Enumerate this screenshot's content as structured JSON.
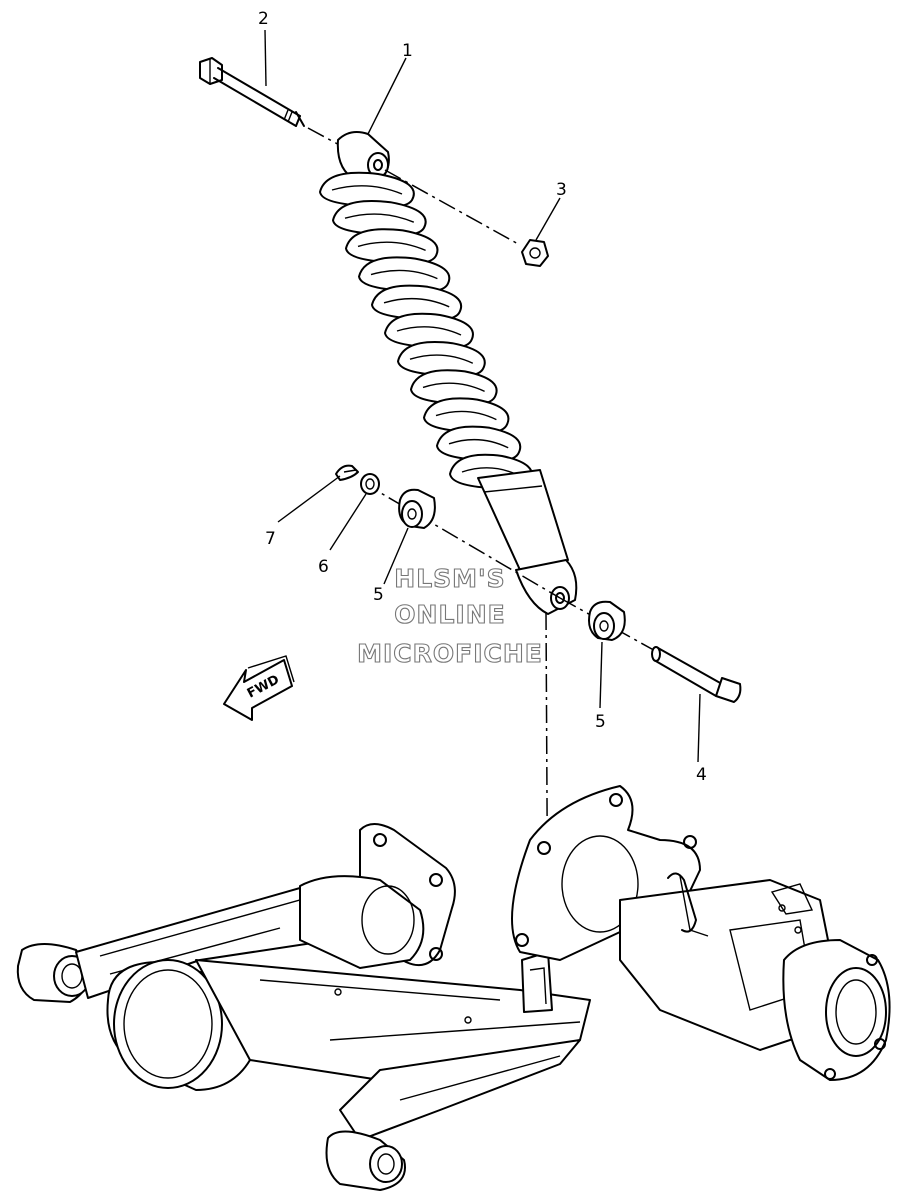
{
  "diagram": {
    "callouts": {
      "c1": "1",
      "c2": "2",
      "c3": "3",
      "c4": "4",
      "c5a": "5",
      "c5b": "5",
      "c6": "6",
      "c7": "7"
    },
    "direction_label": "FWD",
    "watermark": {
      "line1": "HLSM'S",
      "line2": "ONLINE",
      "line3": "MICROFICHE"
    }
  }
}
